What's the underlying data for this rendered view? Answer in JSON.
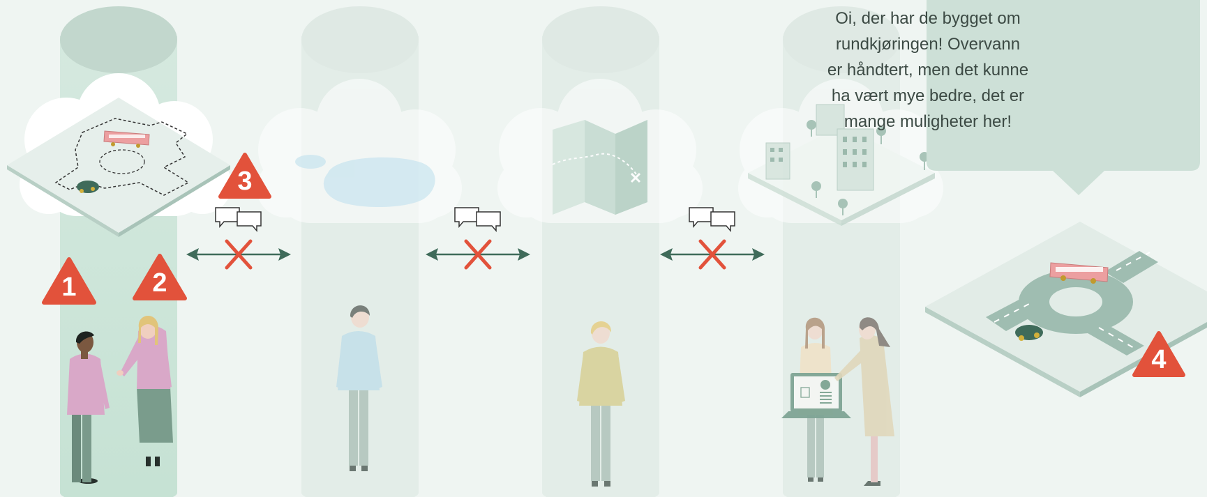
{
  "speech_bubble": {
    "lines": [
      "Oi, der har de bygget om",
      "rundkjøringen! Overvann",
      "er håndtert, men det kunne",
      "ha vært mye bedre, det er",
      "mange muligheter her!"
    ]
  },
  "badges": [
    "1",
    "2",
    "3",
    "4"
  ],
  "icons": [
    "chat-bubbles-icon",
    "blocked-arrow-icon",
    "cross-icon",
    "laptop-icon",
    "bus-icon",
    "car-icon",
    "tree-icon",
    "map-icon"
  ],
  "colors": {
    "background": "#eff5f2",
    "active_pillar": "#cde4d9",
    "faded_pillar": "#e5eeea",
    "badge_red": "#e2523b",
    "arrow_green": "#3f6b5a",
    "bus_pink": "#ec9fa0"
  }
}
